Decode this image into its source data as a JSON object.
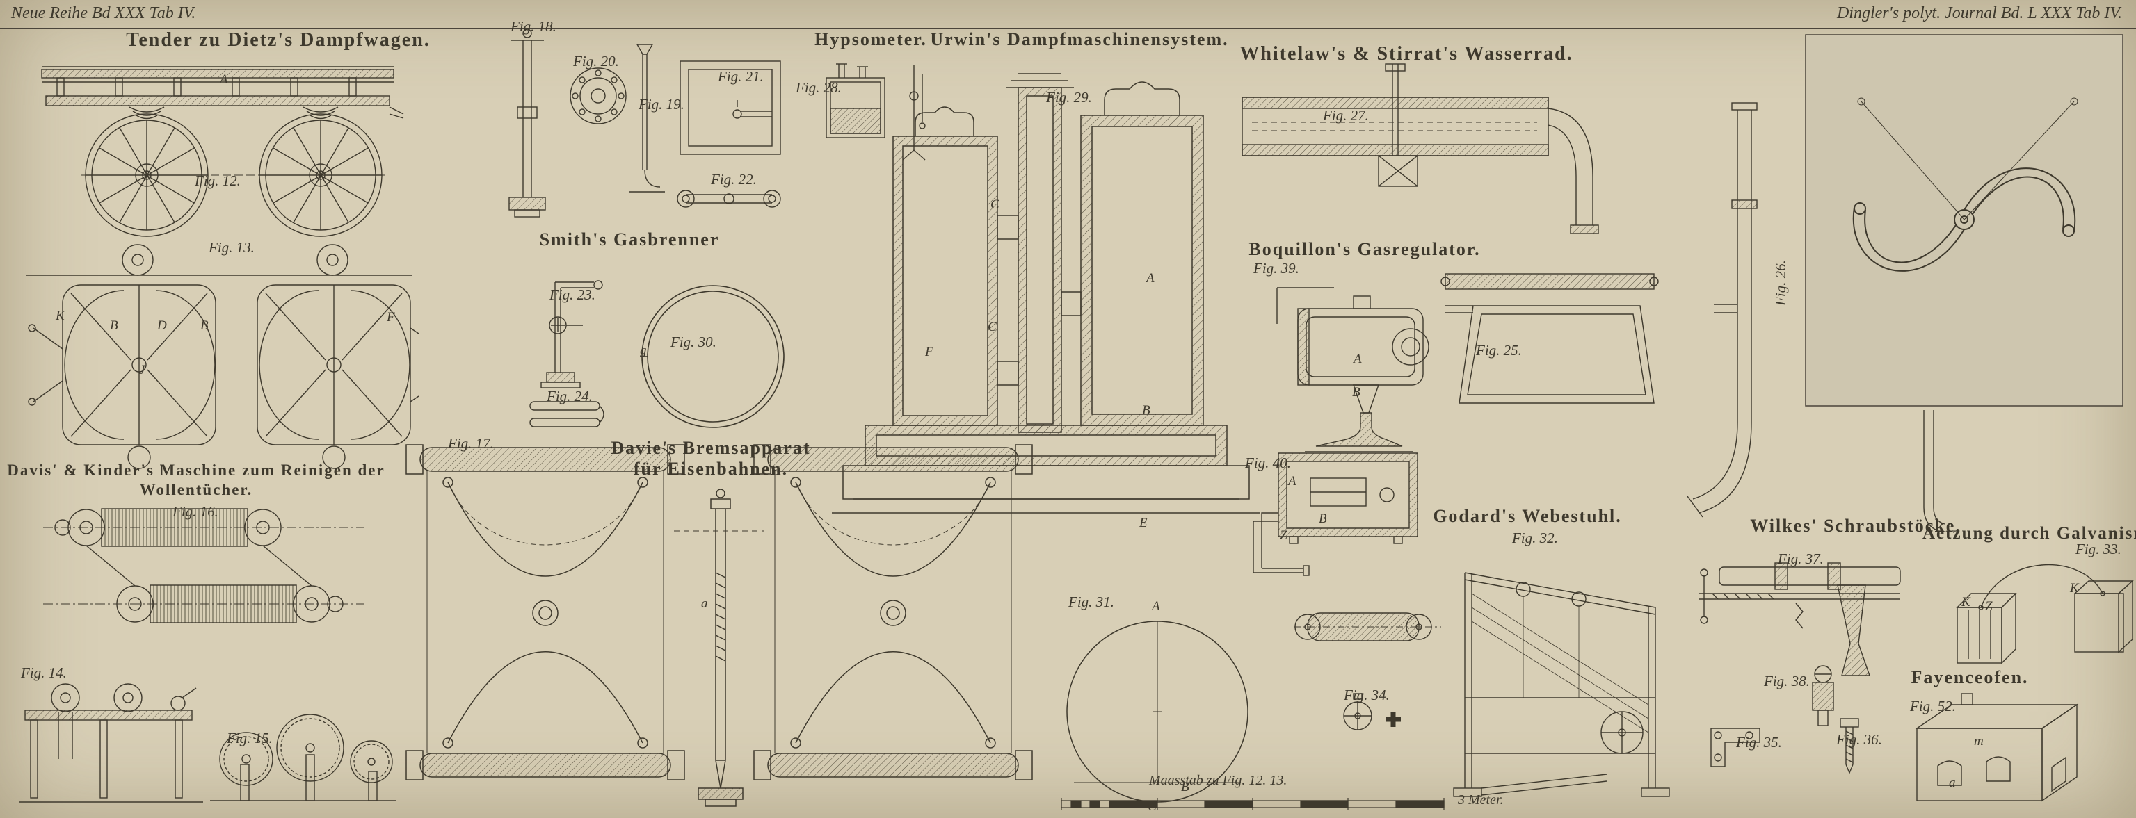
{
  "plate": {
    "header_left": "Neue Reihe Bd XXX Tab IV.",
    "header_right": "Dingler's polyt. Journal Bd. L XXX Tab IV.",
    "scale_caption": "Maasstab zu Fig. 12. 13.",
    "scale_unit_label": "3 Meter.",
    "paper_color": "#d8cfb6",
    "ink_color": "#3e392d"
  },
  "titles": {
    "tender": "Tender zu Dietz's Dampfwagen.",
    "hypsometer": "Hypsometer.",
    "urwin": "Urwin's Dampfmaschinensystem.",
    "whitelaw": "Whitelaw's & Stirrat's Wasserrad.",
    "smith": "Smith's Gasbrenner",
    "boquillon": "Boquillon's Gasregulator.",
    "davis1": "Davis' & Kinder's Maschine zum Reinigen der",
    "davis2": "Wollentücher.",
    "davie1": "Davie's Bremsapparat",
    "davie2": "für Eisenbahnen.",
    "godard": "Godard's Webestuhl.",
    "wilkes": "Wilkes' Schraubstöcke.",
    "aetzung": "Aetzung durch Galvanismus.",
    "fayence": "Fayenceofen."
  },
  "figures": {
    "fig12": "Fig. 12.",
    "fig13": "Fig. 13.",
    "fig14": "Fig. 14.",
    "fig15": "Fig. 15.",
    "fig16": "Fig. 16.",
    "fig17": "Fig. 17.",
    "fig18": "Fig. 18.",
    "fig19": "Fig. 19.",
    "fig20": "Fig. 20.",
    "fig21": "Fig. 21.",
    "fig22": "Fig. 22.",
    "fig23": "Fig. 23.",
    "fig24": "Fig. 24.",
    "fig25": "Fig. 25.",
    "fig26": "Fig. 26.",
    "fig27": "Fig. 27.",
    "fig28": "Fig. 28.",
    "fig29": "Fig. 29.",
    "fig30": "Fig. 30.",
    "fig31": "Fig. 31.",
    "fig32": "Fig. 32.",
    "fig33": "Fig. 33.",
    "fig34": "Fig. 34.",
    "fig35": "Fig. 35.",
    "fig36": "Fig. 36.",
    "fig37": "Fig. 37.",
    "fig38": "Fig. 38.",
    "fig39": "Fig. 39.",
    "fig40": "Fig. 40.",
    "fig52": "Fig. 52."
  },
  "annotations": {
    "tender_A": "A",
    "f13_K": "K",
    "f13_B1": "B",
    "f13_D": "D",
    "f13_B2": "B",
    "f13_J": "J",
    "f13_F": "F",
    "f30_g": "g",
    "urwin_F": "F",
    "urwin_C1": "C",
    "urwin_C2": "C",
    "urwin_A": "A",
    "urwin_B": "B",
    "urwin_E": "E",
    "f31_A": "A",
    "f31_B": "B",
    "f31_C": "C",
    "f39_A": "A",
    "f39_B": "B",
    "f40_A": "A",
    "f40_B": "B",
    "f40_Z": "Z",
    "f17_a": "a",
    "aetz_K1": "K",
    "aetz_Z": "Z",
    "aetz_K2": "K",
    "fay_a": "a",
    "fay_m": "m"
  }
}
